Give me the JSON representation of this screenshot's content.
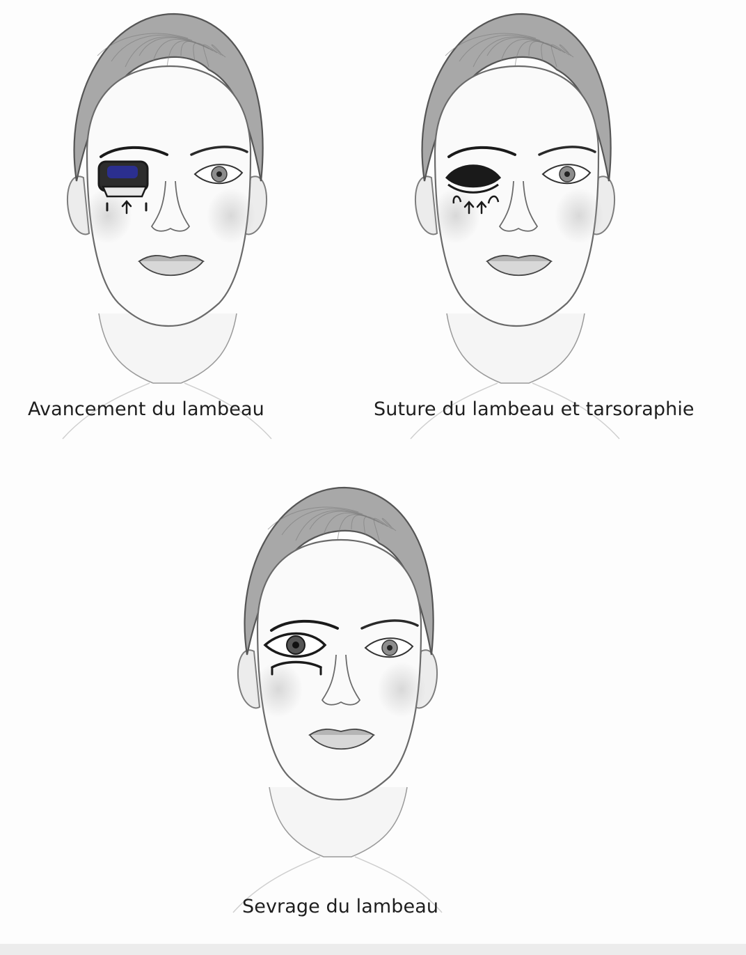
{
  "figure": {
    "panels": [
      {
        "id": "panel-1",
        "caption": "Avancement du lambeau",
        "stage": "advancement"
      },
      {
        "id": "panel-2",
        "caption": "Suture du lambeau et tarsoraphie",
        "stage": "suture"
      },
      {
        "id": "panel-3",
        "caption": "Sevrage du lambeau",
        "stage": "weaning"
      }
    ],
    "colors": {
      "ink": "#1a1a1a",
      "flap_blue": "#2b2f8f",
      "skin_shade": "#c9c9c9",
      "hair": "#a8a8a8",
      "background": "#fdfdfd"
    }
  }
}
